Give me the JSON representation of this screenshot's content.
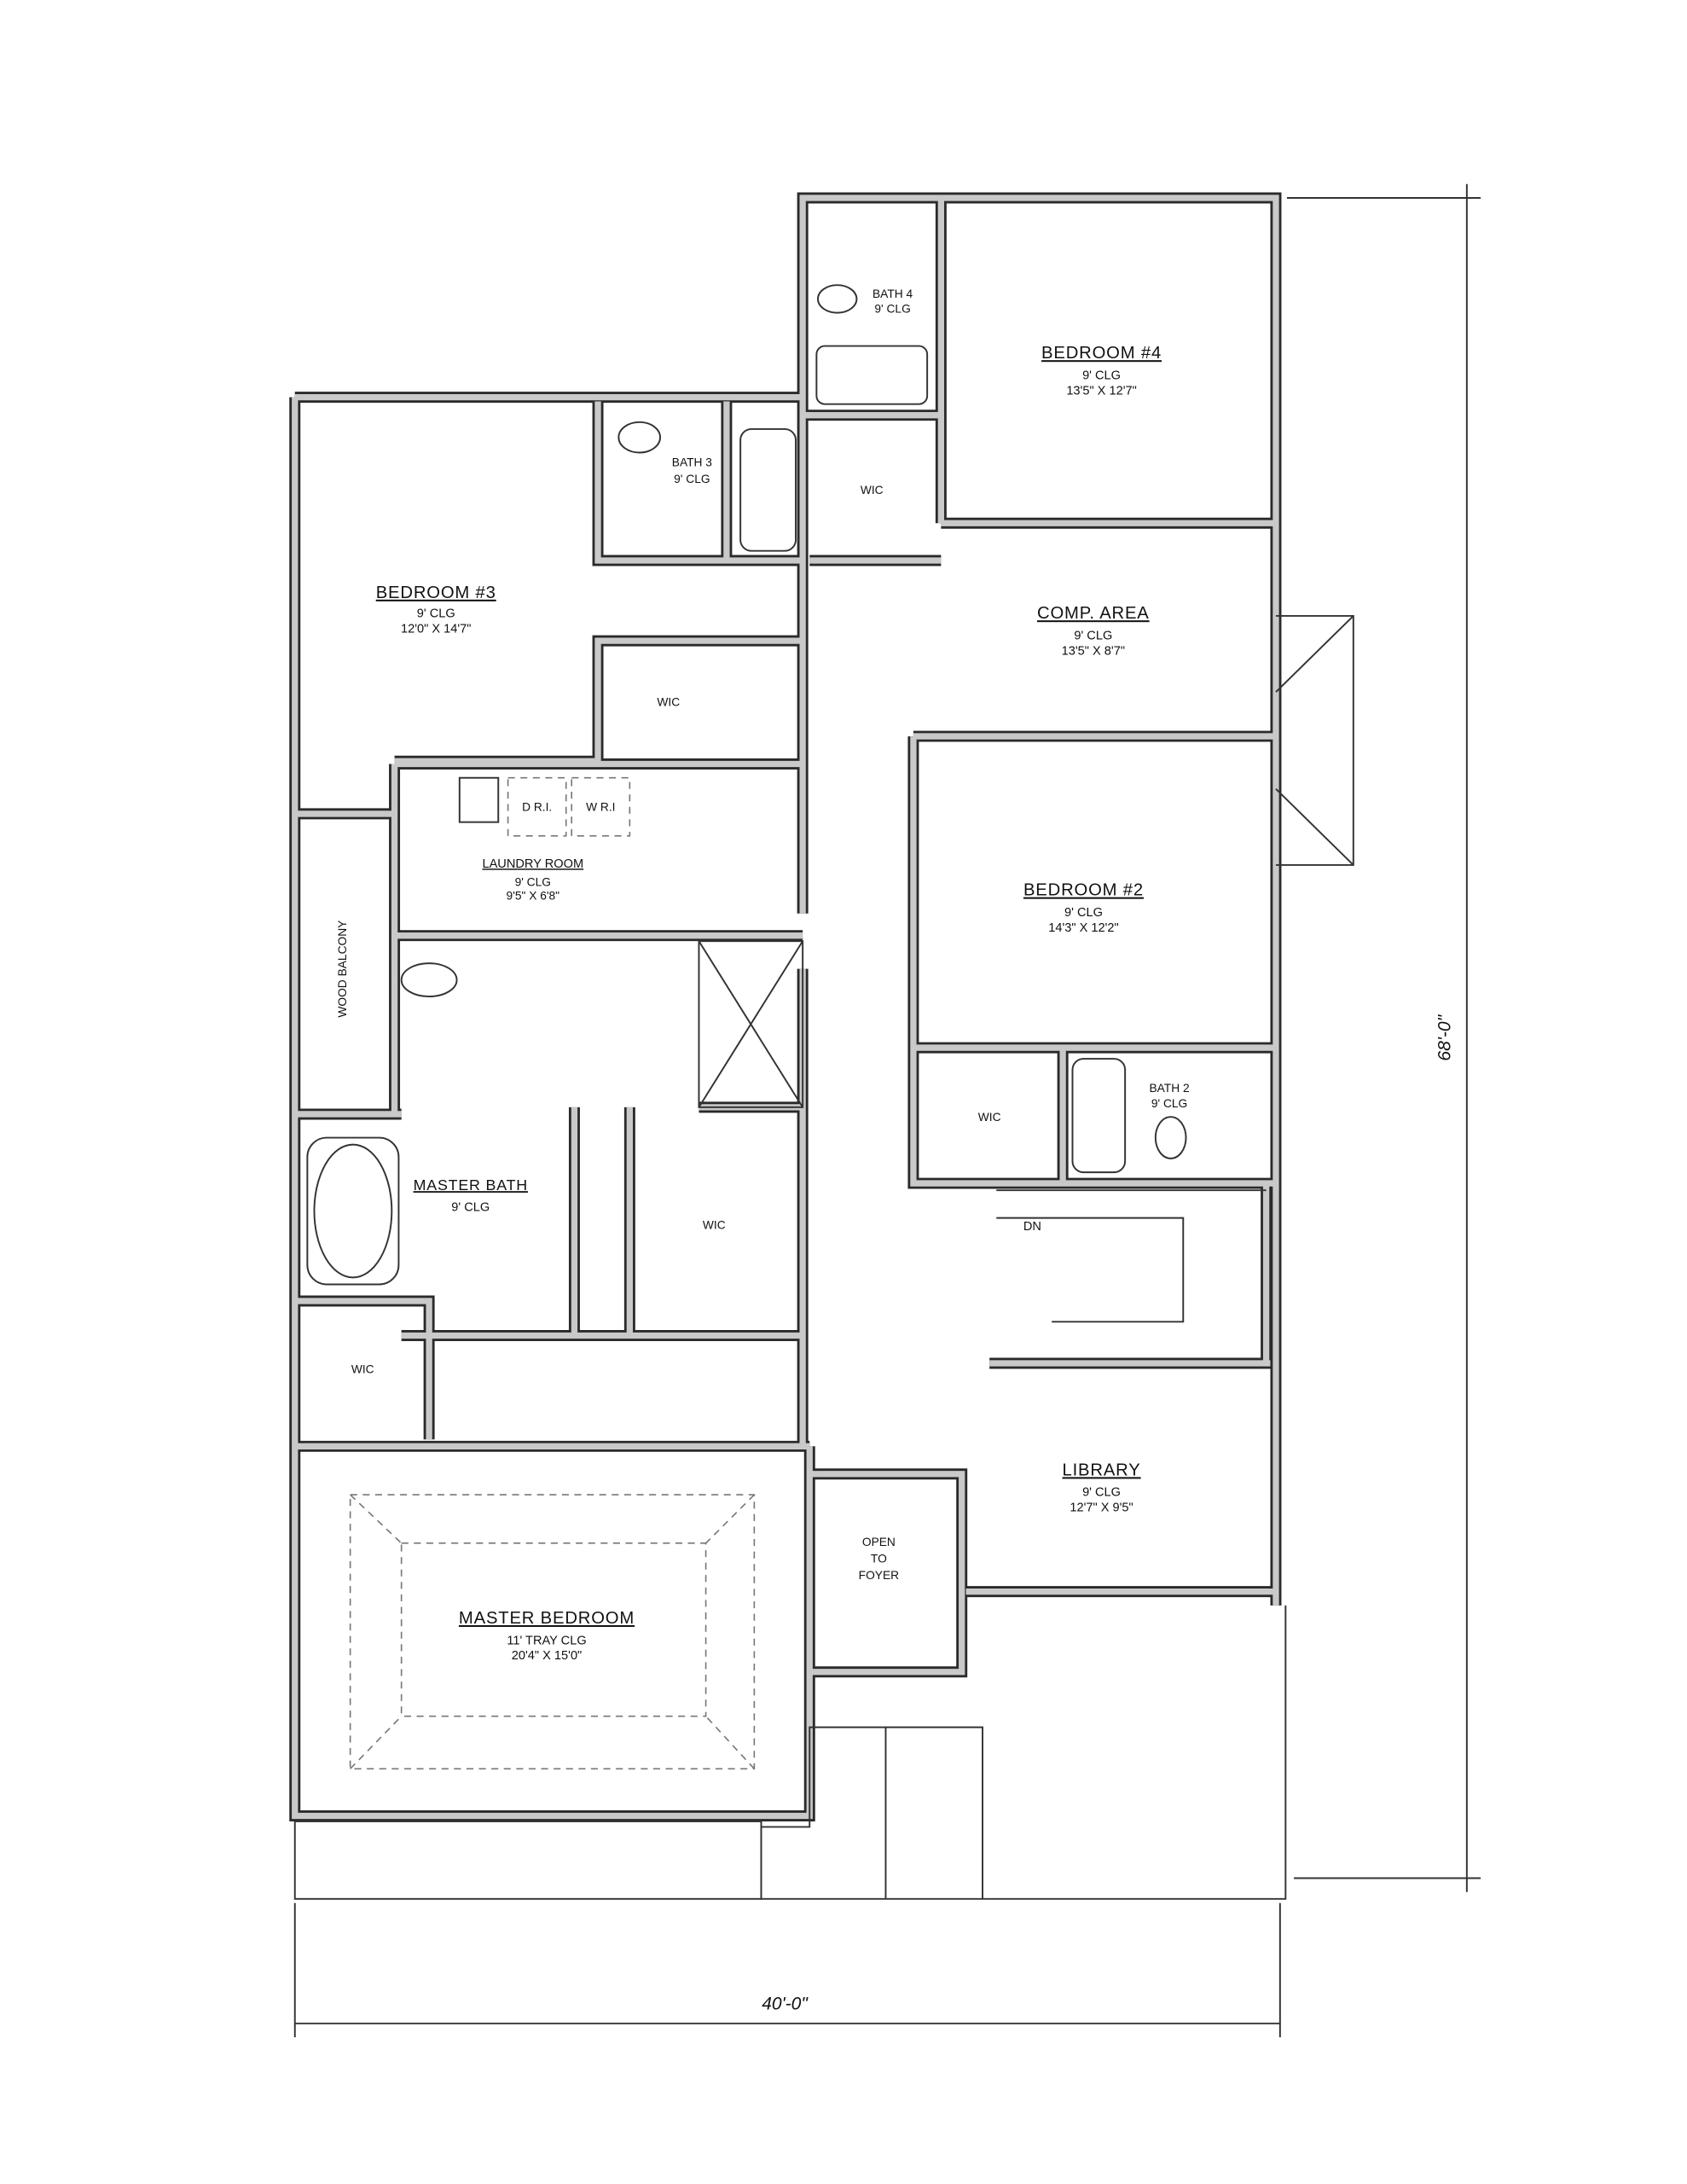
{
  "plan": {
    "overall_width": "40'-0\"",
    "overall_depth": "68'-0\""
  },
  "rooms": {
    "bedroom4": {
      "name": "BEDROOM #4",
      "ceiling": "9' CLG",
      "size": "13'5\" X 12'7\""
    },
    "bath4": {
      "name": "BATH 4",
      "ceiling": "9' CLG"
    },
    "bath3": {
      "name": "BATH 3",
      "ceiling": "9' CLG"
    },
    "wic_bed4": {
      "name": "WIC"
    },
    "bedroom3": {
      "name": "BEDROOM #3",
      "ceiling": "9' CLG",
      "size": "12'0\" X 14'7\""
    },
    "wic_bed3": {
      "name": "WIC"
    },
    "comp_area": {
      "name": "COMP. AREA",
      "ceiling": "9' CLG",
      "size": "13'5\" X 8'7\""
    },
    "laundry": {
      "name": "LAUNDRY ROOM",
      "ceiling": "9' CLG",
      "size": "9'5\" X 6'8\"",
      "dryer": "D R.I.",
      "washer": "W R.I"
    },
    "bedroom2": {
      "name": "BEDROOM #2",
      "ceiling": "9' CLG",
      "size": "14'3\" X 12'2\""
    },
    "wood_balcony": {
      "name": "WOOD BALCONY"
    },
    "wic_bed2": {
      "name": "WIC"
    },
    "bath2": {
      "name": "BATH 2",
      "ceiling": "9' CLG"
    },
    "master_bath": {
      "name": "MASTER BATH",
      "ceiling": "9' CLG"
    },
    "wic_master": {
      "name": "WIC"
    },
    "wic_small": {
      "name": "WIC"
    },
    "stairs": {
      "label": "DN"
    },
    "library": {
      "name": "LIBRARY",
      "ceiling": "9' CLG",
      "size": "12'7\" X 9'5\""
    },
    "open_foyer": {
      "line1": "OPEN",
      "line2": "TO",
      "line3": "FOYER"
    },
    "master_bedroom": {
      "name": "MASTER BEDROOM",
      "ceiling": "11' TRAY CLG",
      "size": "20'4\" X 15'0\""
    }
  }
}
